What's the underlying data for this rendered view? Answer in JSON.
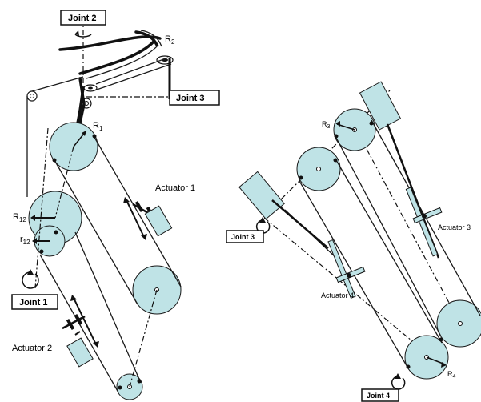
{
  "colors": {
    "pulley_fill": "#bfe3e6",
    "line": "#111111",
    "background": "#ffffff"
  },
  "labels": {
    "joint1": "Joint 1",
    "joint2": "Joint 2",
    "joint3_left": "Joint 3",
    "joint3_right": "Joint 3",
    "joint4": "Joint 4",
    "actuator1": "Actuator 1",
    "actuator2": "Actuator 2",
    "actuator3": "Actuator 3",
    "actuator4": "Actuator 4"
  },
  "radius_labels": {
    "R1": {
      "base": "R",
      "sub": "1"
    },
    "R2": {
      "base": "R",
      "sub": "2"
    },
    "R3": {
      "base": "R",
      "sub": "3"
    },
    "R4": {
      "base": "R",
      "sub": "4"
    },
    "R12": {
      "base": "R",
      "sub": "12"
    },
    "r12": {
      "base": "r",
      "sub": "12"
    }
  }
}
